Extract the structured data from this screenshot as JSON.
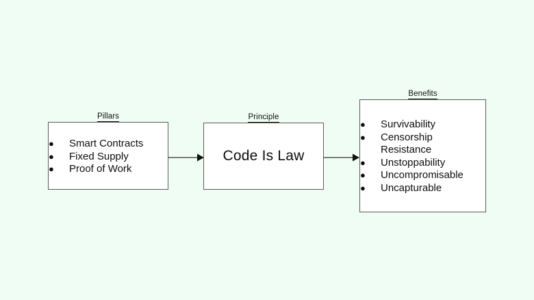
{
  "theme": {
    "background_color": "#f0fdf4",
    "node_fill": "#ffffff",
    "node_border": "#595959",
    "text_color": "#0d0d0d",
    "connector_color": "#555555"
  },
  "diagram": {
    "type": "flow",
    "nodes": [
      {
        "id": "pillars",
        "label": "Pillars",
        "kind": "bullet-list",
        "items": [
          "Smart Contracts",
          "Fixed Supply",
          "Proof of Work"
        ]
      },
      {
        "id": "principle",
        "label": "Principle",
        "kind": "single-text",
        "text": "Code Is Law"
      },
      {
        "id": "benefits",
        "label": "Benefits",
        "kind": "bullet-list",
        "items": [
          "Survivability",
          "Censorship Resistance",
          "Unstoppability",
          "Uncompromisable",
          "Uncapturable"
        ]
      }
    ],
    "edges": [
      {
        "id": "edge-pillars-principle",
        "from": "pillars",
        "to": "principle",
        "arrowhead": "solid-triangle"
      },
      {
        "id": "edge-principle-benefits",
        "from": "principle",
        "to": "benefits",
        "arrowhead": "solid-triangle"
      }
    ]
  },
  "bullet_glyph": "●"
}
